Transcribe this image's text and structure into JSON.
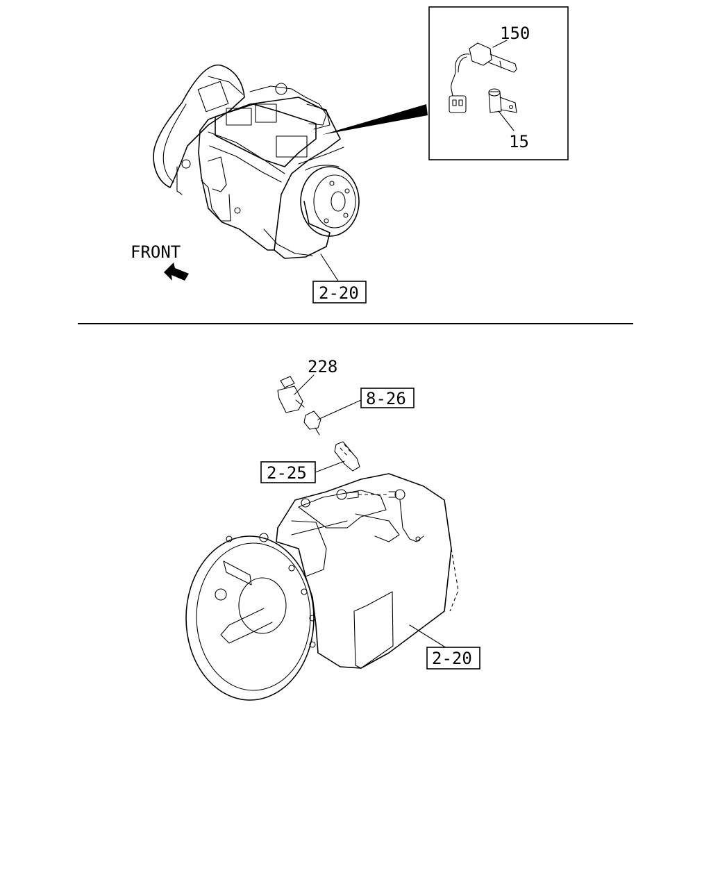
{
  "labels": {
    "front": "FRONT",
    "part_150": "150",
    "part_15": "15",
    "ref_2_20_top": "2-20",
    "part_228": "228",
    "ref_8_26": "8-26",
    "ref_2_25": "2-25",
    "ref_2_20_bottom": "2-20"
  },
  "icons": {
    "front_arrow": "front-arrow-icon"
  }
}
